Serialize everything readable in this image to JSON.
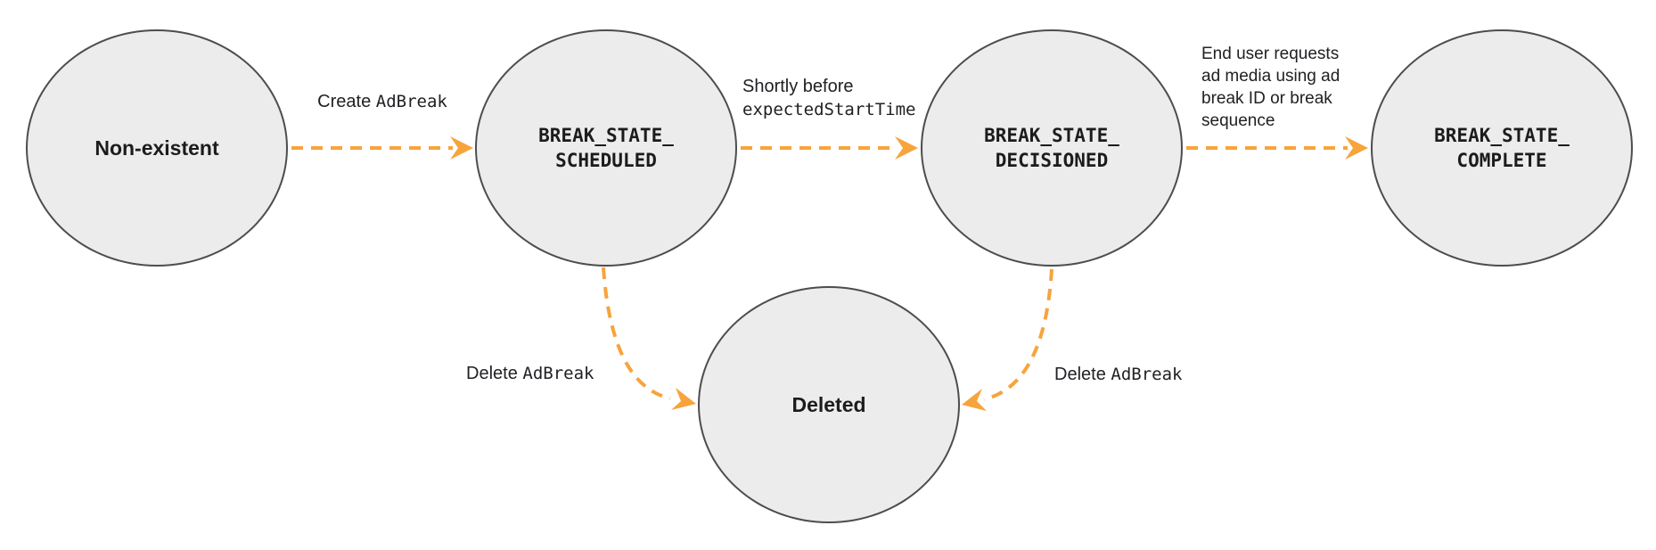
{
  "colors": {
    "arrow": "#F7A43C",
    "node_fill": "#ECECEC",
    "node_border": "#4D4D4D",
    "text": "#1C1C1C"
  },
  "nodes": [
    {
      "id": "non-existent",
      "label": "Non-existent"
    },
    {
      "id": "break-state-scheduled",
      "label_line1": "BREAK_STATE_",
      "label_line2": "SCHEDULED"
    },
    {
      "id": "break-state-decisioned",
      "label_line1": "BREAK_STATE_",
      "label_line2": "DECISIONED"
    },
    {
      "id": "break-state-complete",
      "label_line1": "BREAK_STATE_",
      "label_line2": "COMPLETE"
    },
    {
      "id": "deleted",
      "label": "Deleted"
    }
  ],
  "edges": [
    {
      "from": "non-existent",
      "to": "break-state-scheduled",
      "label_plain": "Create ",
      "label_code": "AdBreak"
    },
    {
      "from": "break-state-scheduled",
      "to": "break-state-decisioned",
      "label_plain": "Shortly before",
      "label_code": "expectedStartTime"
    },
    {
      "from": "break-state-decisioned",
      "to": "break-state-complete",
      "label": "End user requests\nad media using ad\nbreak ID or break\nsequence"
    },
    {
      "from": "break-state-scheduled",
      "to": "deleted",
      "label_plain": "Delete ",
      "label_code": "AdBreak"
    },
    {
      "from": "break-state-decisioned",
      "to": "deleted",
      "label_plain": "Delete ",
      "label_code": "AdBreak"
    }
  ]
}
